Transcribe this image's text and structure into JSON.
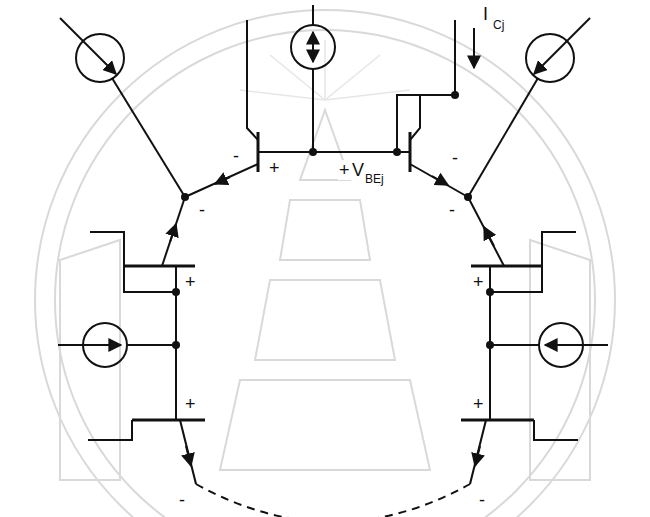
{
  "diagram": {
    "labels": [
      "I",
      "Cj",
      "-",
      "-",
      "+",
      "+",
      "V",
      "BEj",
      "-",
      "-",
      "+",
      "+",
      "+",
      "+",
      "-",
      "-"
    ]
  }
}
